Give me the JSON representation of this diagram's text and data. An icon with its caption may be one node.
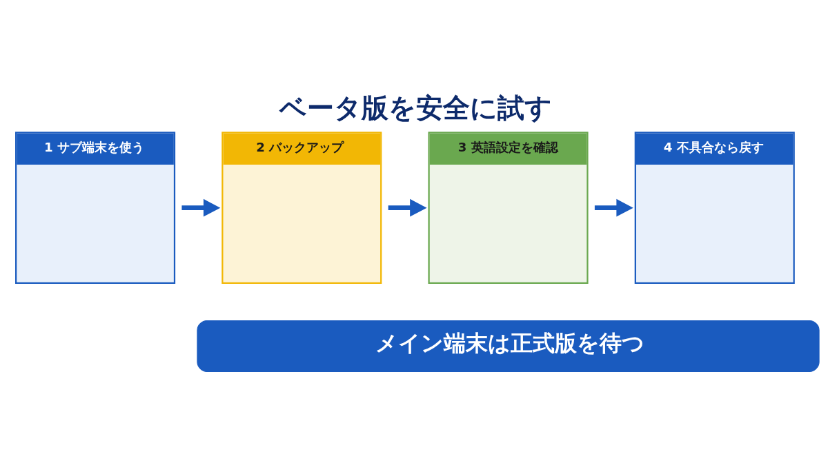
{
  "diagram": {
    "title": "ベータ版を安全に試す",
    "nodes": [
      {
        "text": [
          "1 サブ端末を使う"
        ]
      },
      {
        "text": [
          "2 バックアップ"
        ]
      },
      {
        "text": [
          "3 英語設定を確認"
        ]
      },
      {
        "text": [
          "4 不具合なら戻す"
        ]
      },
      {
        "text": [
          "メイン端末は正式版を待つ"
        ]
      }
    ],
    "edges": [
      {
        "from": 0,
        "to": 1,
        "arrow": "to"
      },
      {
        "from": 1,
        "to": 2,
        "arrow": "to"
      },
      {
        "from": 2,
        "to": 3,
        "arrow": "to"
      }
    ]
  }
}
